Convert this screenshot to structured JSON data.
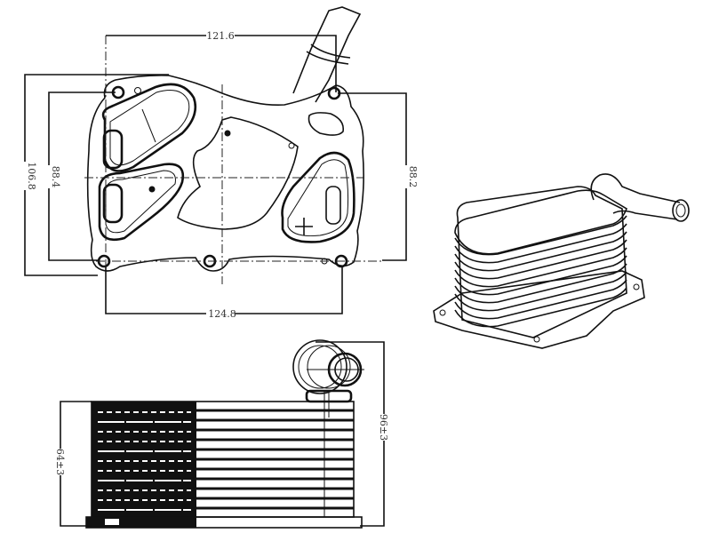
{
  "drawing": {
    "title": "Oil cooler technical drawing",
    "top_view": {
      "dim_top_width": "121.6",
      "dim_left_outer_height": "106.8",
      "dim_left_inner_height": "88.4",
      "dim_right_height": "88.2",
      "dim_bottom_width": "124.8"
    },
    "side_view": {
      "dim_body_height": "64±3",
      "dim_total_height": "96±3"
    }
  }
}
